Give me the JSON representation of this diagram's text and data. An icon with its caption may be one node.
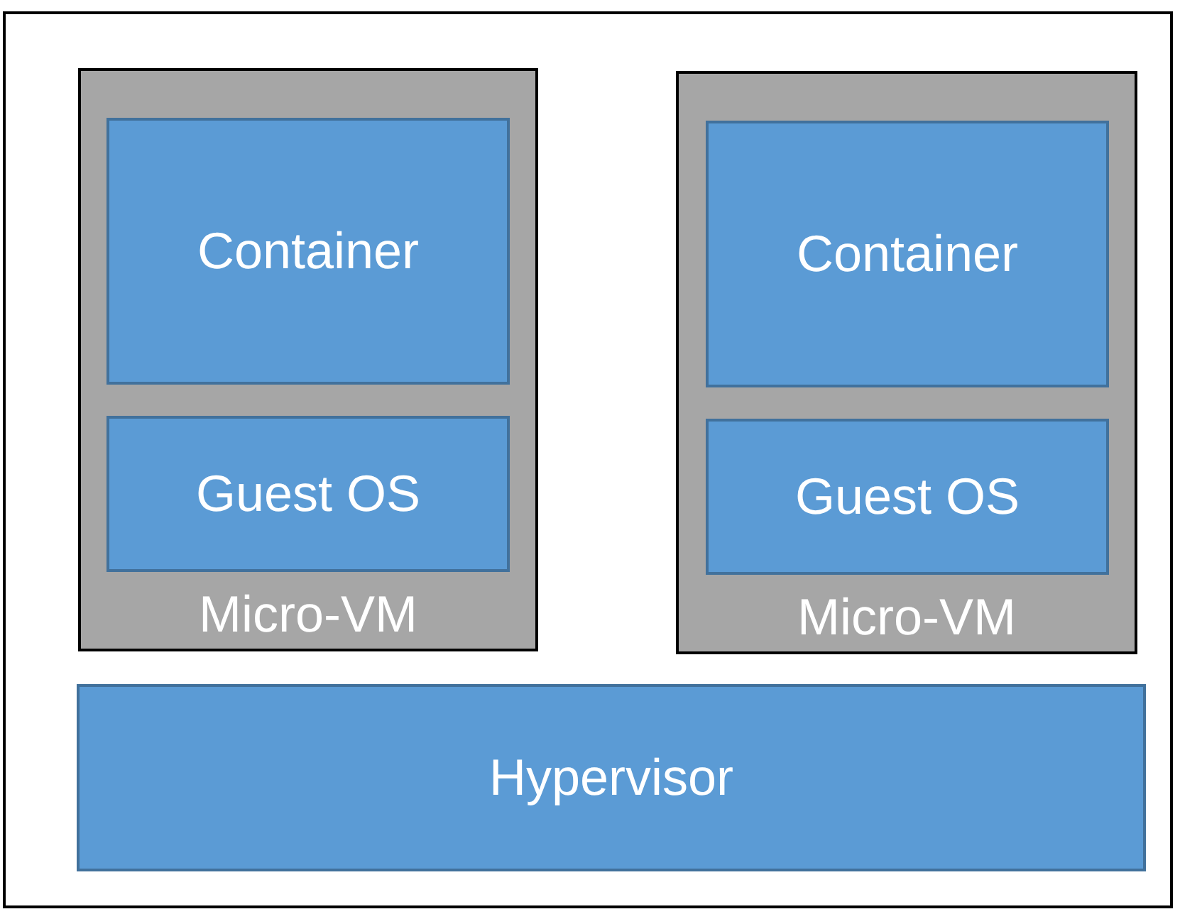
{
  "diagram": {
    "nodes": [
      {
        "text": [
          "Micro-VM"
        ]
      },
      {
        "text": [
          "Container"
        ],
        "in": 0
      },
      {
        "text": [
          "Guest OS"
        ],
        "in": 0
      },
      {
        "text": [
          "Micro-VM"
        ]
      },
      {
        "text": [
          "Container"
        ],
        "in": 3
      },
      {
        "text": [
          "Guest OS"
        ],
        "in": 3
      },
      {
        "text": [
          "Hypervisor"
        ]
      }
    ]
  }
}
